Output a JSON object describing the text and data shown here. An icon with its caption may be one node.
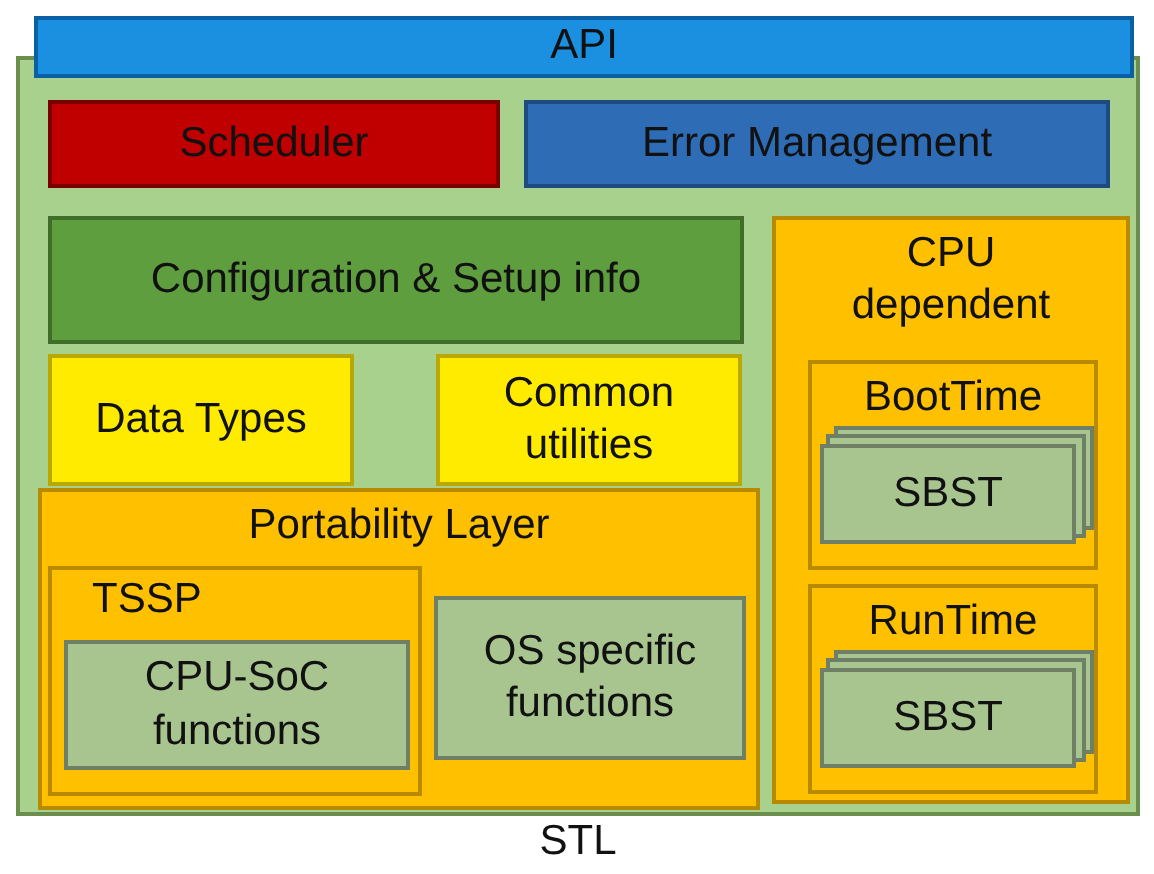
{
  "diagram": {
    "nodes": [
      {
        "text": [
          "API"
        ]
      },
      {
        "text": [
          "STL"
        ]
      },
      {
        "text": [
          "Scheduler"
        ],
        "in": 1
      },
      {
        "text": [
          "Error Management"
        ],
        "in": 1
      },
      {
        "text": [
          "Configuration & Setup info"
        ],
        "in": 1
      },
      {
        "text": [
          "Data Types"
        ],
        "in": 1
      },
      {
        "text": [
          "Common utilities"
        ],
        "in": 1
      },
      {
        "text": [
          "Portability Layer"
        ],
        "in": 1
      },
      {
        "text": [
          "TSSP"
        ],
        "in": 7
      },
      {
        "text": [
          "CPU-SoC functions"
        ],
        "in": 8
      },
      {
        "text": [
          "OS specific functions"
        ],
        "in": 7
      },
      {
        "text": [
          "CPU dependent"
        ],
        "in": 1
      },
      {
        "text": [
          "BootTime"
        ],
        "in": 11
      },
      {
        "text": [
          "SBST"
        ],
        "in": 12
      },
      {
        "text": [
          "RunTime"
        ],
        "in": 11
      },
      {
        "text": [
          "SBST"
        ],
        "in": 14
      }
    ],
    "edges": []
  }
}
